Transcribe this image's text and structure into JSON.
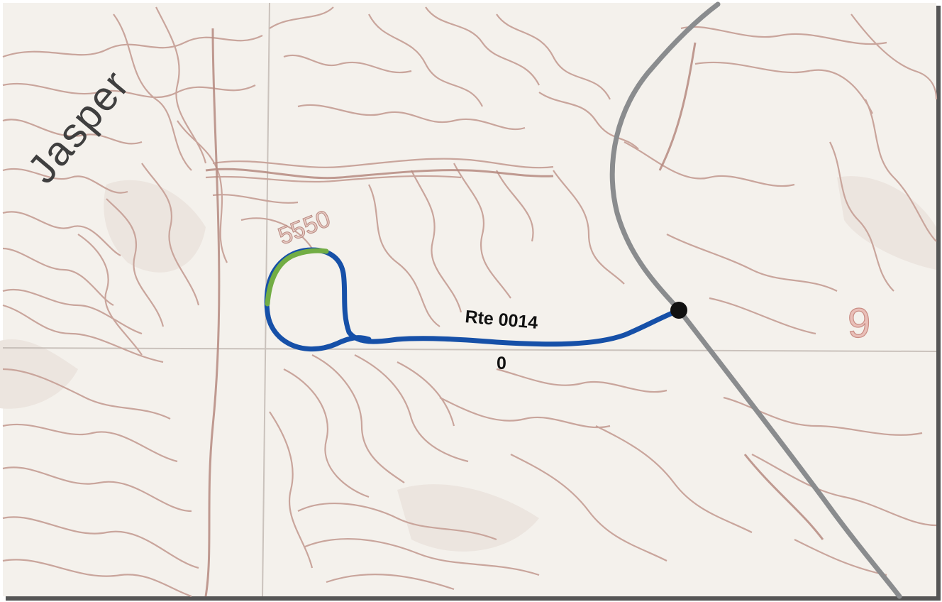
{
  "map": {
    "labels": {
      "place": "Jasper",
      "contour_elevation": "5550",
      "section_number": "9"
    },
    "route": {
      "name": "Rte 0014",
      "value": "0",
      "line_color": "#1650a8",
      "segment_color": "#72ad44",
      "endpoint_color": "#111111"
    },
    "road": {
      "color": "#8a8c8e"
    },
    "colors": {
      "paper": "#f4f1ec",
      "contour": "#c9a59c",
      "contour_dark": "#b58a80",
      "grid": "#bfb6b0"
    }
  }
}
